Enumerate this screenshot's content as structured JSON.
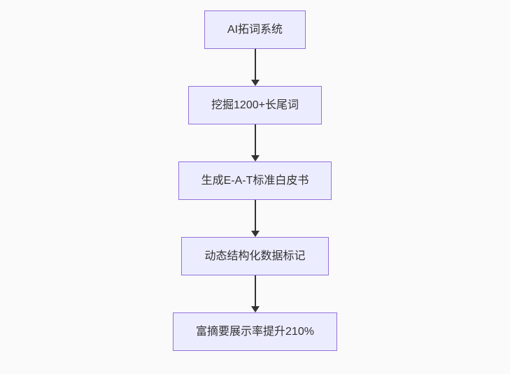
{
  "diagram": {
    "type": "flowchart",
    "direction": "top-down",
    "nodes": [
      {
        "id": "node-1",
        "label": "AI拓词系统"
      },
      {
        "id": "node-2",
        "label": "挖掘1200+长尾词"
      },
      {
        "id": "node-3",
        "label": "生成E-A-T标准白皮书"
      },
      {
        "id": "node-4",
        "label": "动态结构化数据标记"
      },
      {
        "id": "node-5",
        "label": "富摘要展示率提升210%"
      }
    ],
    "edges": [
      {
        "from": "node-1",
        "to": "node-2",
        "style": "arrow-down"
      },
      {
        "from": "node-2",
        "to": "node-3",
        "style": "arrow-down"
      },
      {
        "from": "node-3",
        "to": "node-4",
        "style": "arrow-down"
      },
      {
        "from": "node-4",
        "to": "node-5",
        "style": "arrow-down"
      }
    ],
    "colors": {
      "background": "#fafafa",
      "node_fill": "#ececff",
      "node_border": "#9370db",
      "arrow": "#333333",
      "text": "#333333"
    }
  }
}
